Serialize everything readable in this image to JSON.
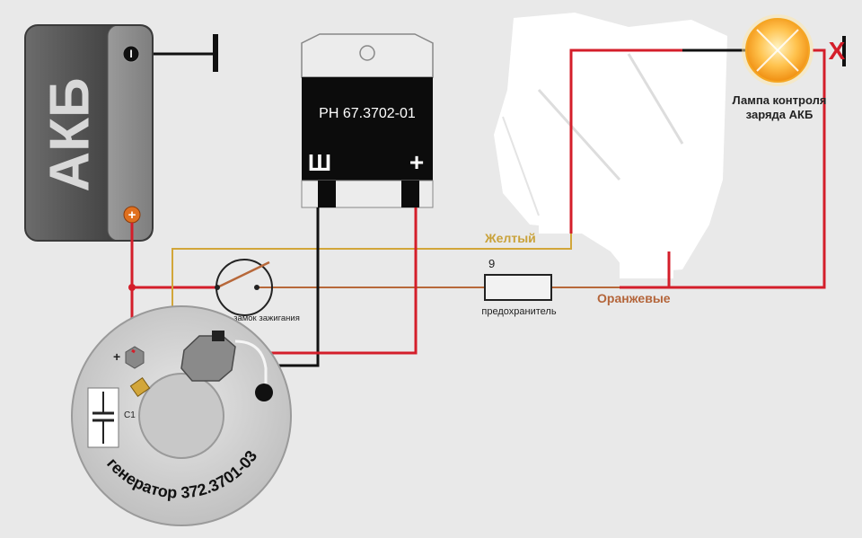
{
  "battery": {
    "label": "АКБ",
    "minus_symbol": "I",
    "plus_symbol": "+"
  },
  "regulator": {
    "model": "РН 67.3702-01",
    "terminal_sh": "Ш",
    "terminal_plus": "+"
  },
  "lamp": {
    "label_line1": "Лампа контроля",
    "label_line2": "заряда АКБ",
    "break_mark": "X"
  },
  "wires": {
    "yellow_label": "Желтый",
    "orange_label": "Оранжевые"
  },
  "fuse": {
    "number": "9",
    "label": "предохранитель"
  },
  "ignition": {
    "label": "замок зажигания"
  },
  "generator": {
    "label": "генератор 372.3701-03",
    "capacitor": "C1",
    "plus_symbol": "+"
  },
  "colors": {
    "red_wire": "#d41e2a",
    "yellow_wire": "#d2a63a",
    "orange_wire": "#b7683a",
    "black_wire": "#111111",
    "battery_body": "#555555",
    "regulator_body": "#0c0c0c",
    "lamp_glow": "#ffb540"
  }
}
